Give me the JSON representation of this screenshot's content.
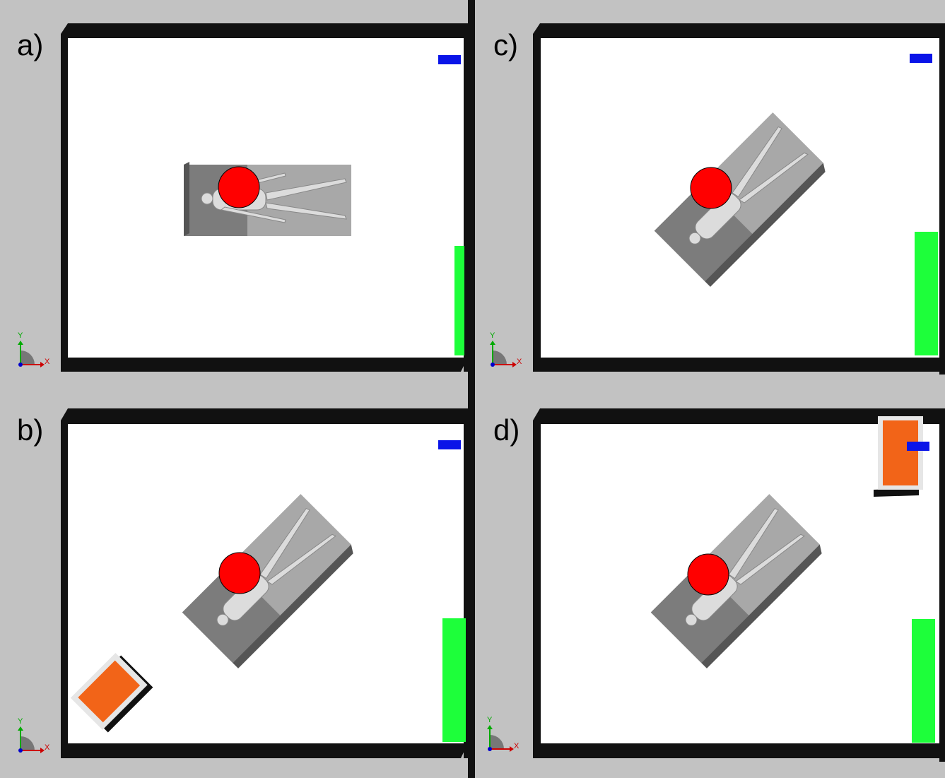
{
  "panels": [
    {
      "label": "a)",
      "bed_orientation": "horizontal",
      "obstacle": "none"
    },
    {
      "label": "b)",
      "bed_orientation": "diagonal",
      "obstacle": "bottom-left"
    },
    {
      "label": "c)",
      "bed_orientation": "diagonal",
      "obstacle": "none"
    },
    {
      "label": "d)",
      "bed_orientation": "diagonal",
      "obstacle": "top-right"
    }
  ],
  "axes": {
    "y_label": "Y",
    "x_label": "X"
  },
  "colors": {
    "background": "#c2c2c2",
    "floor": "#ffffff",
    "wall": "#111111",
    "marker": "#ff0000",
    "blue_object": "#0a14e8",
    "green_object": "#1dff3a",
    "orange_object": "#f26418",
    "bed_light": "#a0a0a0",
    "bed_dark": "#6b6b6b"
  }
}
